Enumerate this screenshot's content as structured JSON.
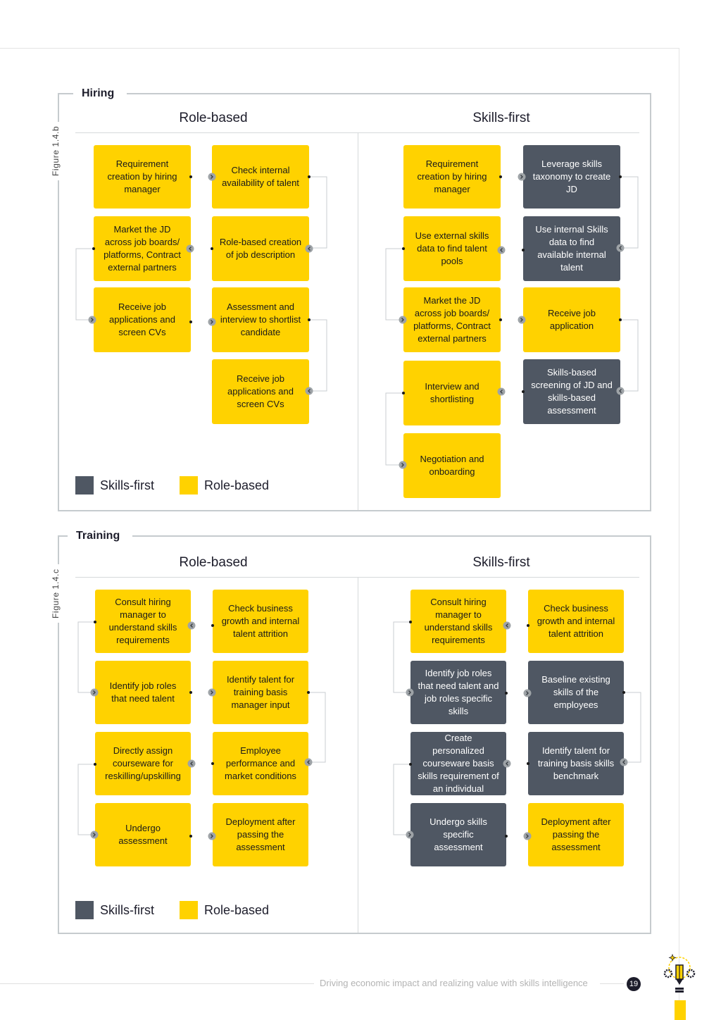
{
  "hiring": {
    "title": "Hiring",
    "figure": "Figure 1.4.b",
    "role_head": "Role-based",
    "skills_head": "Skills-first",
    "role_boxes": [
      "Requirement creation by hiring manager",
      "Check internal availability of talent",
      "Market the JD across job boards/ platforms, Contract external partners",
      "Role-based creation of job description",
      "Receive job applications and screen CVs",
      "Assessment and interview to shortlist candidate",
      "Receive job applications and screen CVs"
    ],
    "skills_boxes": [
      "Requirement creation by hiring manager",
      "Leverage skills taxonomy to create JD",
      "Use external skills data to find talent pools",
      "Use internal Skills data to find available internal talent",
      "Market the JD across job boards/ platforms, Contract external partners",
      "Receive job application",
      "Interview and shortlisting",
      "Skills-based screening of JD and skills-based assessment",
      "Negotiation and onboarding"
    ],
    "legend": {
      "skills": "Skills-first",
      "role": "Role-based"
    }
  },
  "training": {
    "title": "Training",
    "figure": "Figure 1.4.c",
    "role_head": "Role-based",
    "skills_head": "Skills-first",
    "role_boxes": [
      "Consult hiring manager to understand skills requirements",
      "Check business growth and internal talent attrition",
      "Identify job roles that need talent",
      "Identify talent for training basis manager input",
      "Directly assign courseware for reskilling/upskilling",
      "Employee performance and market conditions",
      "Undergo assessment",
      "Deployment after passing the assessment"
    ],
    "skills_boxes": [
      "Consult hiring manager to understand skills requirements",
      "Check business growth and internal talent attrition",
      "Identify job roles that need talent and job roles specific skills",
      "Baseline existing skills of the employees",
      "Create personalized courseware basis skills requirement of an individual",
      "Identify talent for training basis skills benchmark",
      "Undergo skills specific assessment",
      "Deployment after passing the assessment"
    ],
    "legend": {
      "skills": "Skills-first",
      "role": "Role-based"
    }
  },
  "colors": {
    "skills_first": "#4f5763",
    "role_based": "#ffd200",
    "border": "#c6cbce"
  },
  "footer": {
    "text": "Driving economic impact and realizing value with skills intelligence",
    "page": "19"
  },
  "icons": [
    "lightbulb-gear-icon"
  ]
}
